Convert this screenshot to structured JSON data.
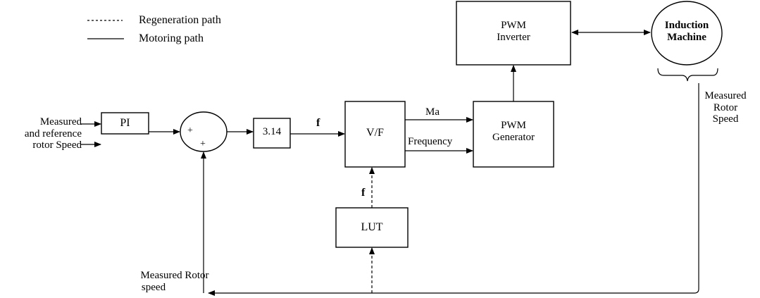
{
  "legend": {
    "regeneration_label": "Regeneration path",
    "motoring_label": "Motoring path"
  },
  "blocks": {
    "pwm_inverter": {
      "line1": "PWM",
      "line2": "Inverter"
    },
    "induction_machine": {
      "line1": "Induction",
      "line2": "Machine"
    },
    "pi": "PI",
    "sum_plus_top": "+",
    "sum_plus_bottom": "+",
    "gain": "3.14",
    "vf": "V/F",
    "pwm_generator": {
      "line1": "PWM",
      "line2": "Generator"
    },
    "lut": "LUT"
  },
  "labels": {
    "input": {
      "line1": "Measured",
      "line2": "and reference",
      "line3": "rotor Speed"
    },
    "f_gain_out": "f",
    "ma": "Ma",
    "frequency": "Frequency",
    "f_lut_out": "f",
    "measured_rotor_speed_right": {
      "line1": "Measured",
      "line2": "Rotor",
      "line3": "Speed"
    },
    "measured_rotor_speed_bottom": {
      "line1": "Measured Rotor",
      "line2": "speed"
    }
  }
}
